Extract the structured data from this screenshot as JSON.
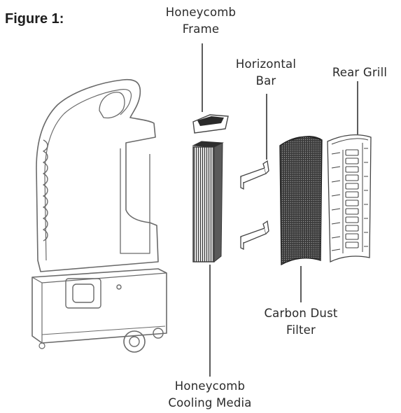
{
  "figure": {
    "title": "Figure 1:",
    "colors": {
      "line": "#555555",
      "shade": "#2e2e2e",
      "text": "#2a2a2a",
      "background": "#ffffff"
    }
  },
  "labels": {
    "honeycomb_frame": {
      "line1": "Honeycomb",
      "line2": "Frame"
    },
    "horizontal_bar": {
      "line1": "Horizontal",
      "line2": "Bar"
    },
    "rear_grill": {
      "line1": "Rear Grill"
    },
    "carbon_dust_filter": {
      "line1": "Carbon Dust",
      "line2": "Filter"
    },
    "honeycomb_cooling_media": {
      "line1": "Honeycomb",
      "line2": "Cooling Media"
    }
  }
}
